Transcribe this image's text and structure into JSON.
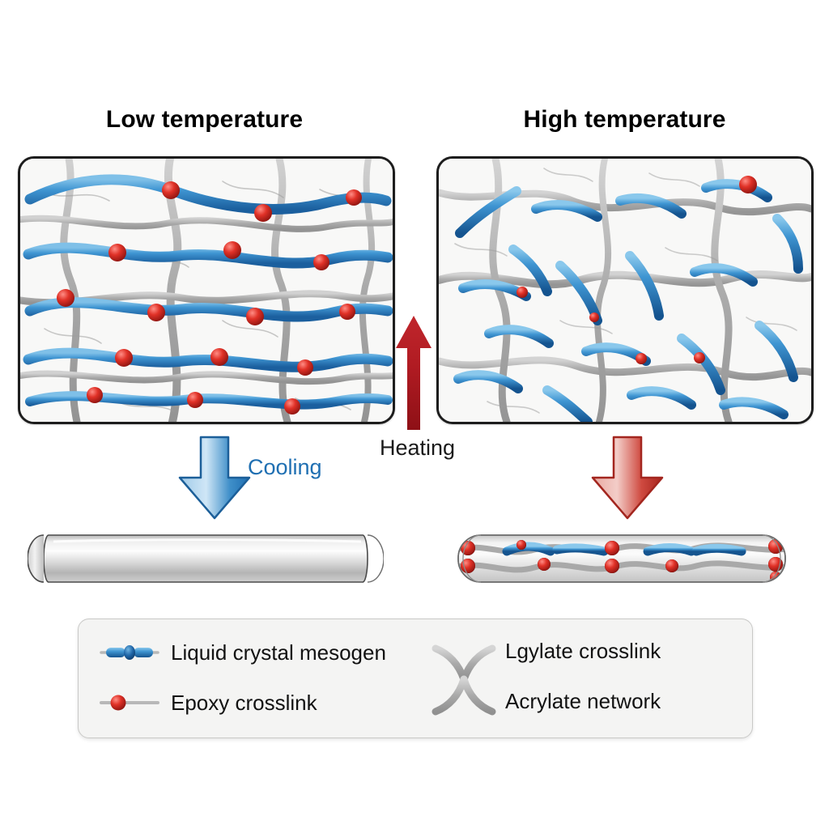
{
  "figure": {
    "type": "scientific-schematic",
    "subject": "Liquid crystal elastomer thermal shape transition"
  },
  "panels": {
    "low": {
      "title": "Low temperature",
      "state": "ordered",
      "mesogen_chains": 5,
      "description": "Aligned horizontal liquid crystal mesogen chains with epoxy crosslinks over a gray acrylate network"
    },
    "high": {
      "title": "High temperature",
      "state": "disordered",
      "mesogen_rods": 18,
      "description": "Randomly oriented short liquid crystal mesogen rods over a gray acrylate network"
    }
  },
  "arrows": {
    "heating": {
      "label": "Heating",
      "direction": "up",
      "color": "#b01b22"
    },
    "cooling": {
      "label": "Cooling",
      "direction": "down",
      "color": "#2b7cc0",
      "label_color": "#1f6fb2"
    },
    "fixing": {
      "label": "",
      "direction": "down",
      "color": "#c0392f"
    }
  },
  "samples": {
    "elongated": {
      "name": "elongated sample",
      "filled": false
    },
    "contracted": {
      "name": "contracted sample",
      "filled": true
    }
  },
  "legend": {
    "items": [
      {
        "id": "mesogen",
        "label": "Liquid crystal mesogen",
        "icon": "blue-rod-icon",
        "color": "#2e86c8"
      },
      {
        "id": "epoxy",
        "label": "Epoxy crosslink",
        "icon": "red-sphere-icon",
        "color": "#d62828"
      },
      {
        "id": "lgylate",
        "label": "Lgylate crosslink",
        "icon": "gray-x-icon",
        "color": "#a8a8a8"
      },
      {
        "id": "network",
        "label": "Acrylate network",
        "icon": "gray-x-icon",
        "color": "#a8a8a8"
      }
    ]
  },
  "colors": {
    "mesogen_blue": "#2e86c8",
    "mesogen_blue_dark": "#18558e",
    "crosslink_red": "#d62828",
    "network_gray": "#a8a8a8",
    "panel_bg": "#f7f7f6",
    "panel_border": "#1d1d1d",
    "legend_bg": "#f4f4f3"
  }
}
